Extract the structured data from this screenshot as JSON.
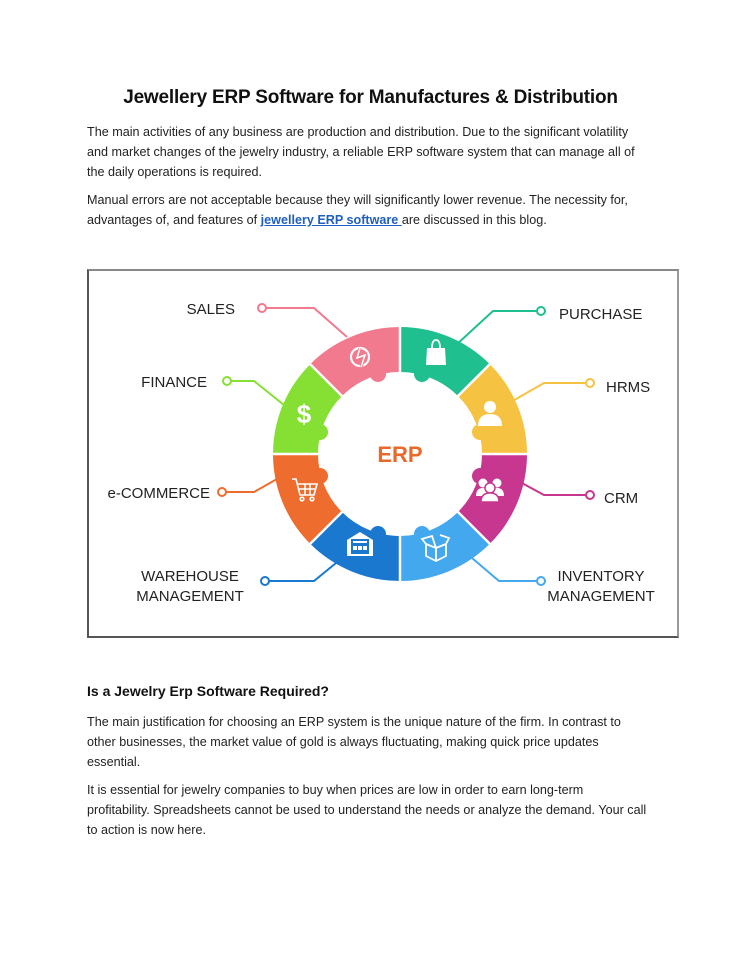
{
  "document": {
    "title": "Jewellery ERP Software for Manufactures & Distribution",
    "intro_paragraph_1": "The main activities of any business are production and distribution. Due to the significant volatility and market changes of the jewelry industry, a reliable ERP software system that can manage all of the daily operations is required.",
    "intro_paragraph_2_before_link": "Manual errors are not acceptable because they will significantly lower revenue. The necessity for, advantages of, and features of ",
    "intro_paragraph_2_link": "jewellery ERP software ",
    "intro_paragraph_2_after_link": "are discussed in this blog.",
    "section_heading": "Is a Jewelry Erp Software Required?",
    "section_paragraph_1": "The main justification for choosing an ERP system is the unique nature of the firm. In contrast to other businesses, the market value of gold is always fluctuating, making quick price updates essential.",
    "section_paragraph_2": "It is essential for jewelry companies to buy when prices are low in order to earn long-term profitability. Spreadsheets cannot be used to understand the needs or analyze the demand. Your call to action is now here."
  },
  "diagram": {
    "center_label": "ERP",
    "center_color": "#e8692a",
    "modules": [
      {
        "label": "SALES",
        "color": "#f27a8e",
        "icon": "sales-chart-icon"
      },
      {
        "label": "PURCHASE",
        "color": "#1fbf8f",
        "icon": "shopping-bag-icon"
      },
      {
        "label": "HRMS",
        "color": "#f5c242",
        "icon": "person-icon"
      },
      {
        "label": "CRM",
        "color": "#c7368f",
        "icon": "people-group-icon"
      },
      {
        "label": "INVENTORY",
        "label_line2": "MANAGEMENT",
        "color": "#44a8ee",
        "icon": "open-box-icon"
      },
      {
        "label": "WAREHOUSE",
        "label_line2": "MANAGEMENT",
        "color": "#1a78cf",
        "icon": "warehouse-icon"
      },
      {
        "label": "e-COMMERCE",
        "color": "#ee6d2e",
        "icon": "shopping-cart-icon"
      },
      {
        "label": "FINANCE",
        "color": "#86e033",
        "icon": "dollar-icon"
      }
    ]
  },
  "colors": {
    "link": "#1f5fbf",
    "text": "#222222"
  }
}
